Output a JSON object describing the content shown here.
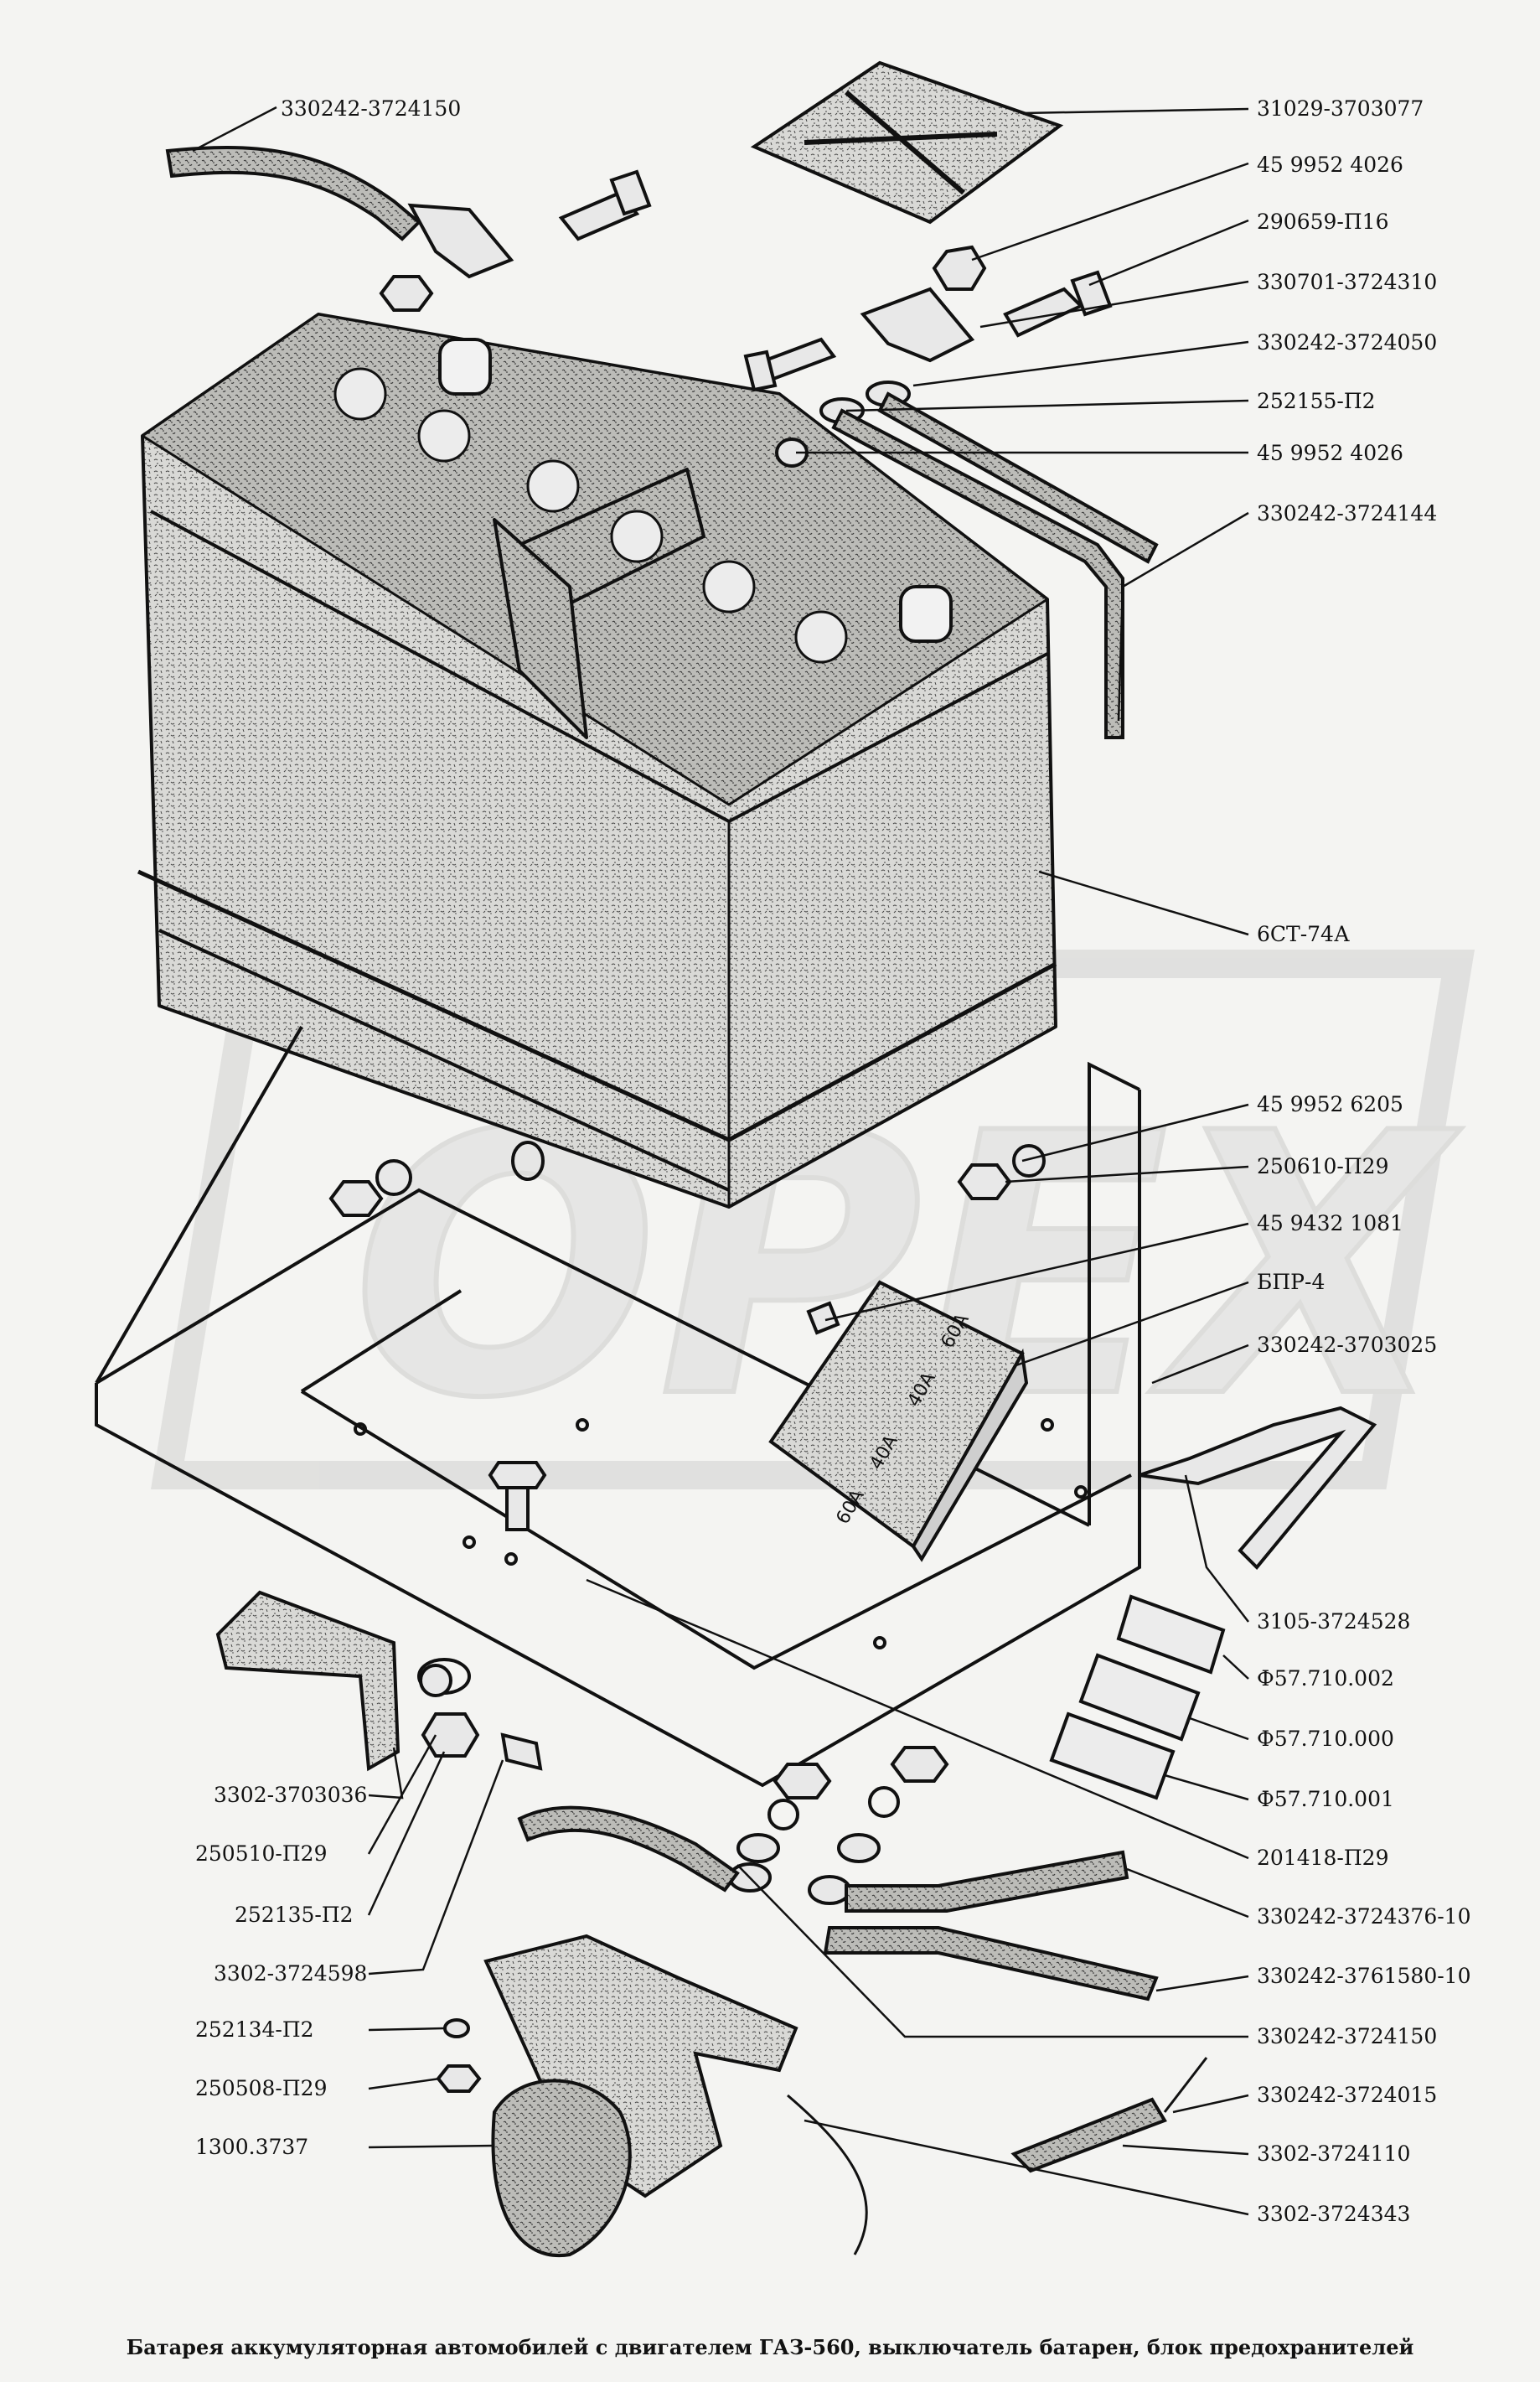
{
  "caption": "Батарея аккумуляторная автомобилей с двигателем ГАЗ-560, выключатель батарен, блок предохранителей",
  "watermark": "OPEX",
  "fuse_block": {
    "ratings": [
      "60A",
      "40A",
      "40A",
      "60A"
    ],
    "model": "БПР-4"
  },
  "labels": {
    "p01": "330242-3724150",
    "p02": "31029-3703077",
    "p03": "45  9952  4026",
    "p04": "290659-П16",
    "p05": "330701-3724310",
    "p06": "330242-3724050",
    "p07": "252155-П2",
    "p08": "45  9952  4026",
    "p09": "330242-3724144",
    "p10": "6СТ-74А",
    "p11": "45 9952 6205",
    "p12": "250610-П29",
    "p13": "45 9432 1081",
    "p14": "БПР-4",
    "p15": "330242-3703025",
    "p16": "3105-3724528",
    "p17": "Ф57.710.002",
    "p18": "Ф57.710.000",
    "p19": "Ф57.710.001",
    "p20": "201418-П29",
    "p21": "330242-3724376-10",
    "p22": "330242-3761580-10",
    "p23": "330242-3724150",
    "p24": "330242-3724015",
    "p25": "3302-3724110",
    "p26": "3302-3724343",
    "p27": "3302-3703036",
    "p28": "250510-П29",
    "p29": "252135-П2",
    "p30": "3302-3724598",
    "p31": "252134-П2",
    "p32": "250508-П29",
    "p33": "1300.3737"
  }
}
